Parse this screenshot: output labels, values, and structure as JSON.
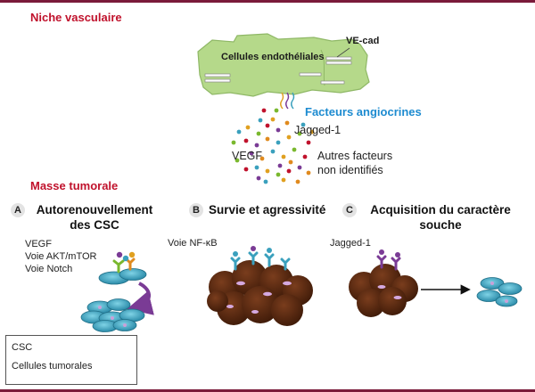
{
  "niche": {
    "title": "Niche vasculaire",
    "cell_label": "Cellules endothéliales",
    "vecad_label": "VE-cad"
  },
  "angio": {
    "title": "Facteurs angiocrines",
    "jagged": "Jagged-1",
    "vegf": "VEGF",
    "other_line1": "Autres facteurs",
    "other_line2": "non identifiés"
  },
  "tumor": {
    "title": "Masse tumorale"
  },
  "panel_a": {
    "letter": "A",
    "title_line1": "Autorenouvellement",
    "title_line2": "des CSC",
    "pathways": [
      "VEGF",
      "Voie AKT/mTOR",
      "Voie Notch"
    ]
  },
  "panel_b": {
    "letter": "B",
    "title": "Survie et agressivité",
    "pathway": "Voie NF-κB"
  },
  "panel_c": {
    "letter": "C",
    "title_line1": "Acquisition du caractère",
    "title_line2": "souche",
    "pathway": "Jagged-1"
  },
  "legend": {
    "csc": "CSC",
    "tumor_cells": "Cellules tumorales"
  },
  "colors": {
    "frame": "#7a1a3a",
    "red_title": "#c0122c",
    "blue_title": "#1d8bd0",
    "endothelial": "#b5d98a",
    "csc": "#3aa0bd",
    "tumor_cell": "#5a2a12"
  }
}
